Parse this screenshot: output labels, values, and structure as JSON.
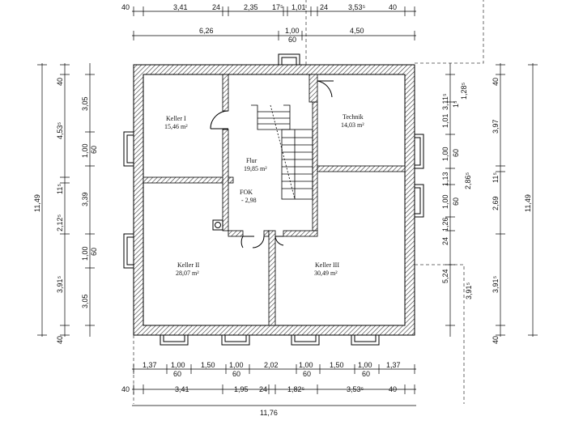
{
  "rooms": [
    {
      "name": "Keller I",
      "area": "15,46 m²"
    },
    {
      "name": "Technik",
      "area": "14,03 m²"
    },
    {
      "name": "Flur",
      "area": "19,85 m²"
    },
    {
      "name": "FOK",
      "area": "- 2,98"
    },
    {
      "name": "Keller II",
      "area": "28,07 m²"
    },
    {
      "name": "Keller III",
      "area": "30,49 m²"
    }
  ],
  "dims": {
    "top_row1": [
      "40",
      "3,41",
      "24",
      "2,35",
      "17⁵",
      "1,01",
      "24",
      "3,53⁵",
      "40"
    ],
    "top_row2": [
      "6,26",
      "1,00",
      "60",
      "4,50"
    ],
    "bottom_row1": [
      "1,37",
      "1,00",
      "60",
      "1,50",
      "1,00",
      "60",
      "2,02",
      "1,00",
      "60",
      "1,50",
      "1,00",
      "60",
      "1,37"
    ],
    "bottom_row2": [
      "40",
      "3,41",
      "1,95",
      "24",
      "1,82⁵",
      "3,53⁵",
      "40"
    ],
    "bottom_total": "11,76",
    "left_total": "11,49",
    "left_outer": [
      "40",
      "4,53⁵",
      "11⁵",
      "2,12⁵",
      "3,91⁵",
      "40"
    ],
    "left_inner": [
      "3,05",
      "1,00",
      "60",
      "3,39",
      "1,00",
      "60",
      "3,05"
    ],
    "right_inner": [
      "3,11⁵",
      "1⁵",
      "1,28⁵",
      "1,01",
      "60",
      "1,00",
      "1,13",
      "1,00",
      "60",
      "1,26",
      "24",
      "5,24",
      "3,91⁵"
    ],
    "right_outer": [
      "40",
      "3,97",
      "11⁵",
      "2,86⁵",
      "2,69",
      "3,91⁵",
      "40"
    ],
    "right_total": "11,49"
  }
}
